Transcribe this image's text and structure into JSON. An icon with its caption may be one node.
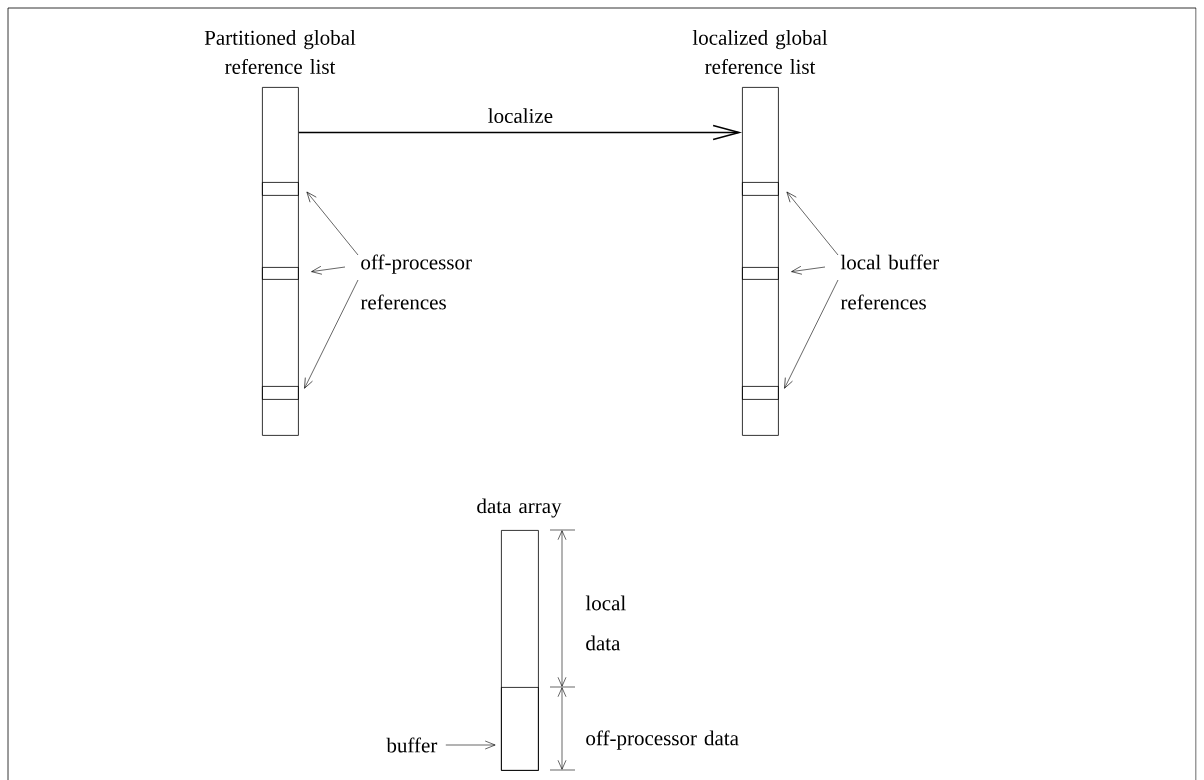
{
  "diagram": {
    "nodes": [
      {
        "text": [
          "Partitioned global reference list"
        ]
      },
      {
        "text": [],
        "shape": "box",
        "in": 0
      },
      {
        "text": [],
        "shape": "box",
        "in": 0
      },
      {
        "text": [],
        "shape": "box",
        "in": 0
      },
      {
        "text": [
          "off-processor references"
        ]
      },
      {
        "text": [
          "localized  global reference list"
        ]
      },
      {
        "text": [],
        "shape": "box",
        "in": 5
      },
      {
        "text": [],
        "shape": "box",
        "in": 5
      },
      {
        "text": [],
        "shape": "box",
        "in": 5
      },
      {
        "text": [
          "local buffer references"
        ]
      },
      {
        "text": [
          "data  array"
        ]
      },
      {
        "text": [],
        "shape": "box",
        "in": 10
      },
      {
        "text": [
          "buffer"
        ]
      }
    ],
    "edges": [
      {
        "from": 0,
        "to": 5,
        "arrow": "to",
        "label": "localize"
      },
      {
        "from": 4,
        "to": 1,
        "arrow": "to"
      },
      {
        "from": 4,
        "to": 2,
        "arrow": "to"
      },
      {
        "from": 4,
        "to": 3,
        "arrow": "to"
      },
      {
        "from": 9,
        "to": 6,
        "arrow": "to"
      },
      {
        "from": 9,
        "to": 7,
        "arrow": "to"
      },
      {
        "from": 9,
        "to": 8,
        "arrow": "to"
      },
      {
        "from": 12,
        "to": 11,
        "arrow": "to"
      }
    ],
    "labels": [
      "local data",
      "off-processor data"
    ]
  }
}
